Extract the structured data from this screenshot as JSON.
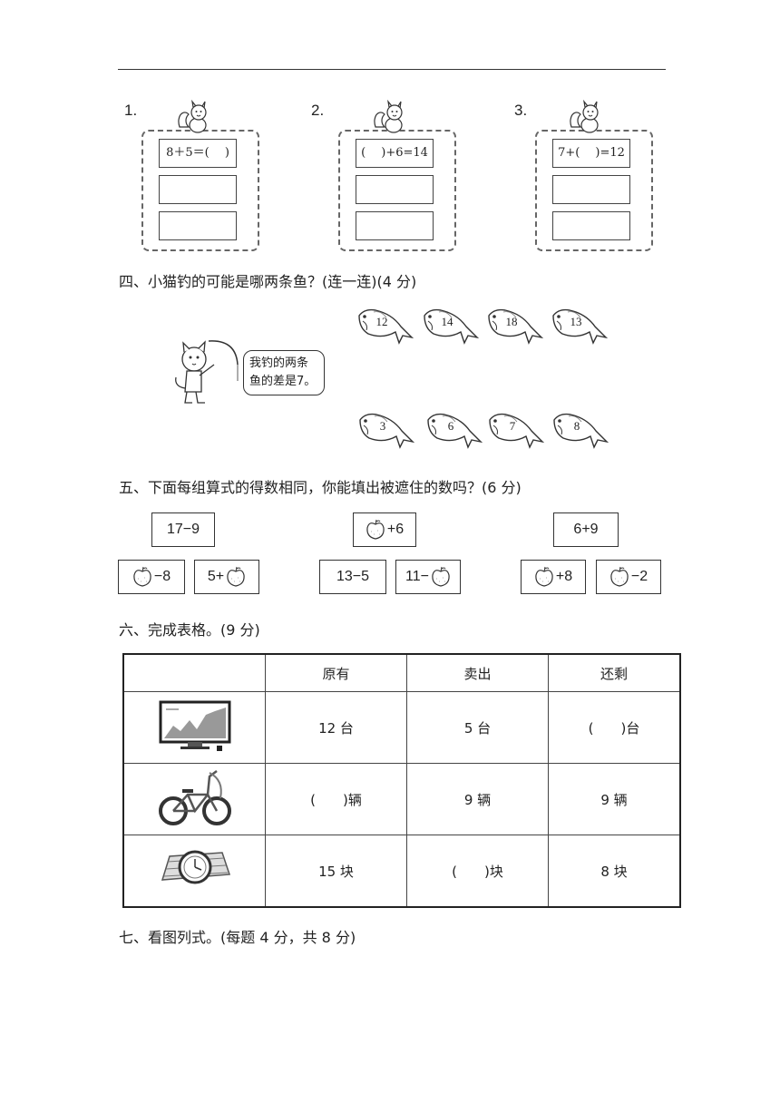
{
  "section3": {
    "cards": [
      {
        "num": "1.",
        "eq": "8＋5＝(　 )"
      },
      {
        "num": "2.",
        "eq": "(　 )+6=14"
      },
      {
        "num": "3.",
        "eq": "7+(　 )=12"
      }
    ]
  },
  "section4": {
    "heading": "四、小猫钓的可能是哪两条鱼？(连一连)(4 分)",
    "speech_line1": "我钓的两条",
    "speech_line2": "鱼的差是7。",
    "fish_top": [
      "12",
      "14",
      "18",
      "13"
    ],
    "fish_bottom": [
      "3",
      "6",
      "7",
      "8"
    ]
  },
  "section5": {
    "heading": "五、下面每组算式的得数相同，你能填出被遮住的数吗？(6 分)",
    "groups": [
      {
        "top": "17−9",
        "left": "−8",
        "right_prefix": "5+"
      },
      {
        "top": "+6",
        "left": "13−5",
        "right_prefix": "11−"
      },
      {
        "top": "6+9",
        "left": "+8",
        "right": "−2"
      }
    ]
  },
  "section6": {
    "heading": "六、完成表格。(9 分)",
    "columns": [
      "原有",
      "卖出",
      "还剩"
    ],
    "rows": [
      {
        "icon": "tv-monitor-icon",
        "cells": [
          "12 台",
          "5 台",
          "(　　)台"
        ]
      },
      {
        "icon": "bicycle-icon",
        "cells": [
          "(　　)辆",
          "9 辆",
          "9 辆"
        ]
      },
      {
        "icon": "wristwatch-icon",
        "cells": [
          "15 块",
          "(　　)块",
          "8 块"
        ]
      }
    ]
  },
  "section7": {
    "heading": "七、看图列式。(每题 4 分，共 8 分)"
  }
}
